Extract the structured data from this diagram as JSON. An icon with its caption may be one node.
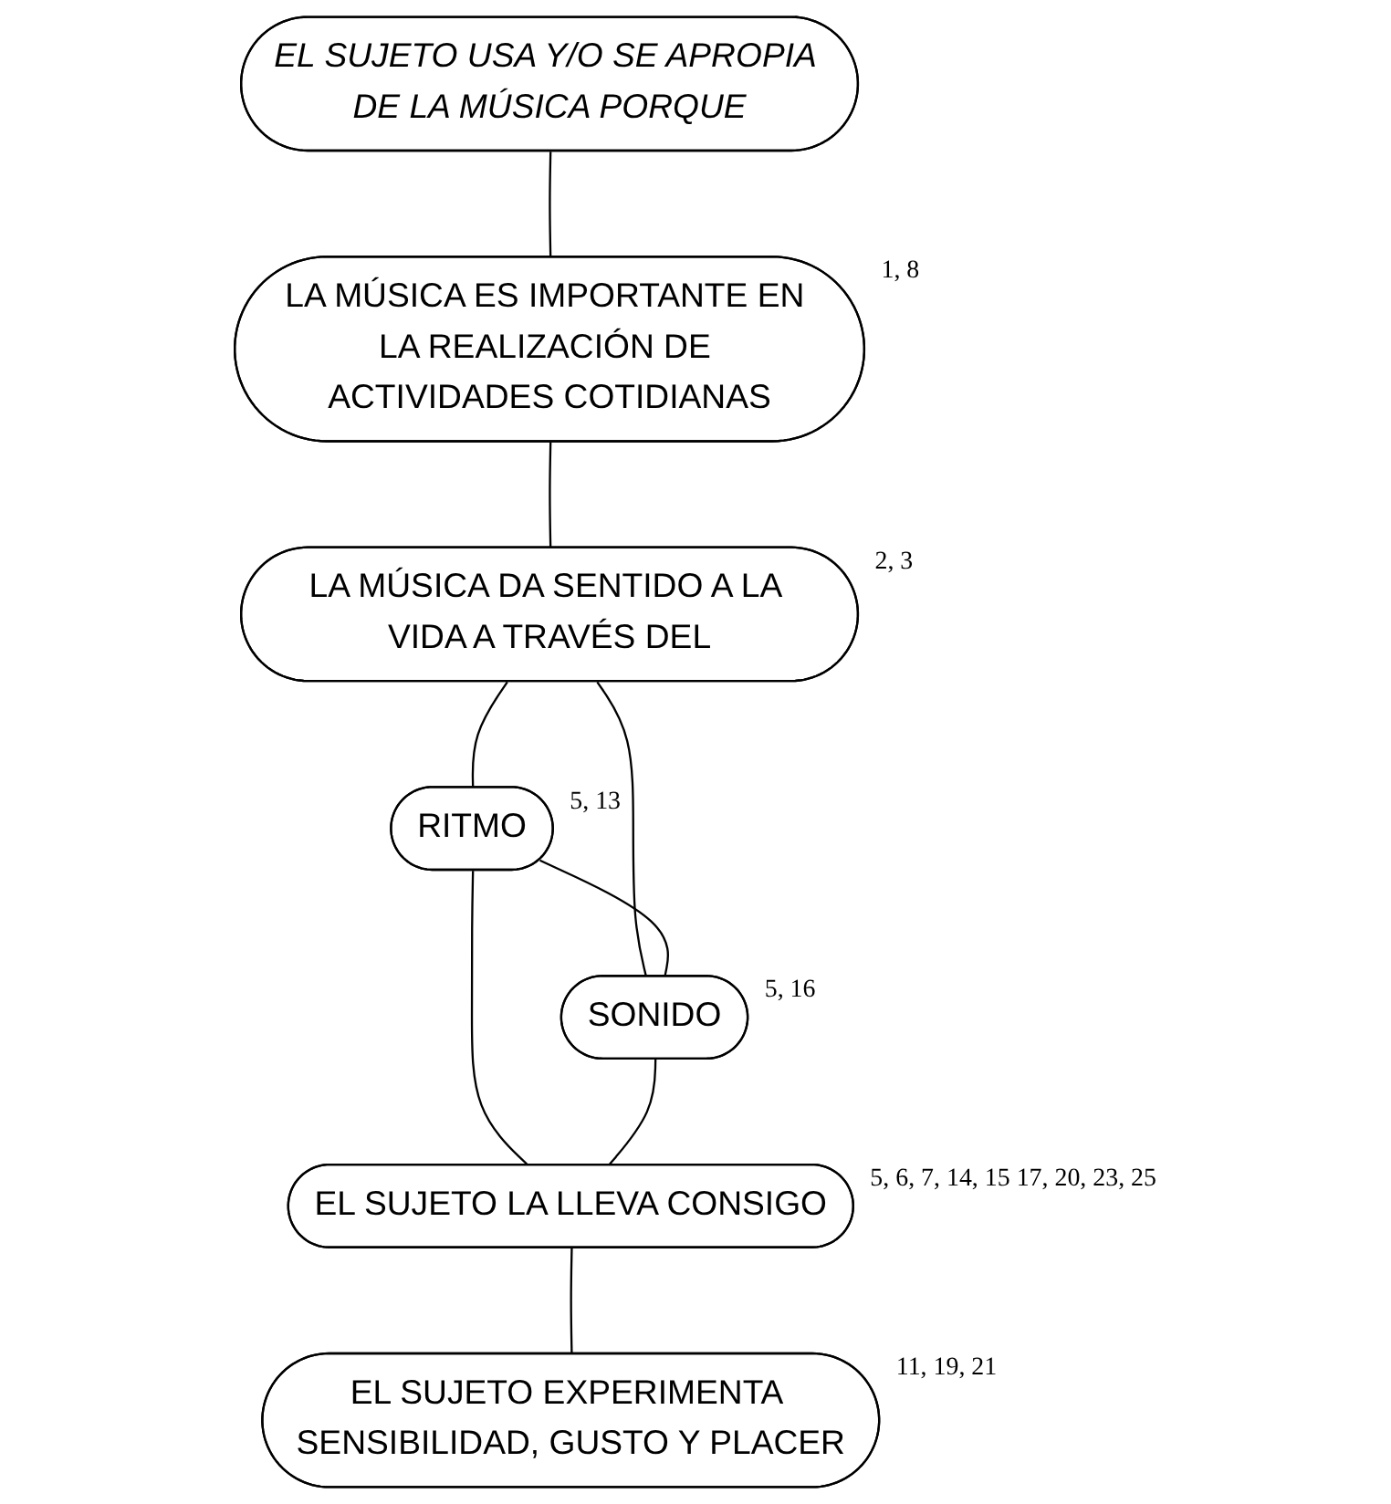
{
  "diagram": {
    "nodes": [
      {
        "text": [
          "EL SUJETO USA Y/O SE APROPIA DE LA MÚSICA PORQUE"
        ]
      },
      {
        "text": [
          "LA MÚSICA ES IMPORTANTE EN LA REALIZACIÓN DE ACTIVIDADES COTIDIANAS"
        ],
        "beside": [
          "1, 8"
        ]
      },
      {
        "text": [
          "LA MÚSICA DA SENTIDO A LA VIDA A TRAVÉS DEL"
        ],
        "beside": [
          "2, 3"
        ]
      },
      {
        "text": [
          "RITMO"
        ],
        "beside": [
          "5, 13"
        ]
      },
      {
        "text": [
          "SONIDO"
        ],
        "beside": [
          "5, 16"
        ]
      },
      {
        "text": [
          "EL SUJETO LA LLEVA CONSIGO"
        ],
        "beside": [
          "5, 6, 7, 14, 15 17, 20, 23, 25"
        ]
      },
      {
        "text": [
          "EL SUJETO EXPERIMENTA SENSIBILIDAD, GUSTO Y PLACER"
        ],
        "beside": [
          "11, 19, 21"
        ]
      }
    ],
    "edges": [
      {
        "from": 0,
        "to": 1,
        "arrow": "none"
      },
      {
        "from": 1,
        "to": 2,
        "arrow": "none"
      },
      {
        "from": 2,
        "to": 3,
        "arrow": "none"
      },
      {
        "from": 2,
        "to": 4,
        "arrow": "none"
      },
      {
        "from": 3,
        "to": 4,
        "arrow": "none"
      },
      {
        "from": 3,
        "to": 5,
        "arrow": "none"
      },
      {
        "from": 4,
        "to": 5,
        "arrow": "none"
      },
      {
        "from": 5,
        "to": 6,
        "arrow": "none"
      }
    ]
  }
}
